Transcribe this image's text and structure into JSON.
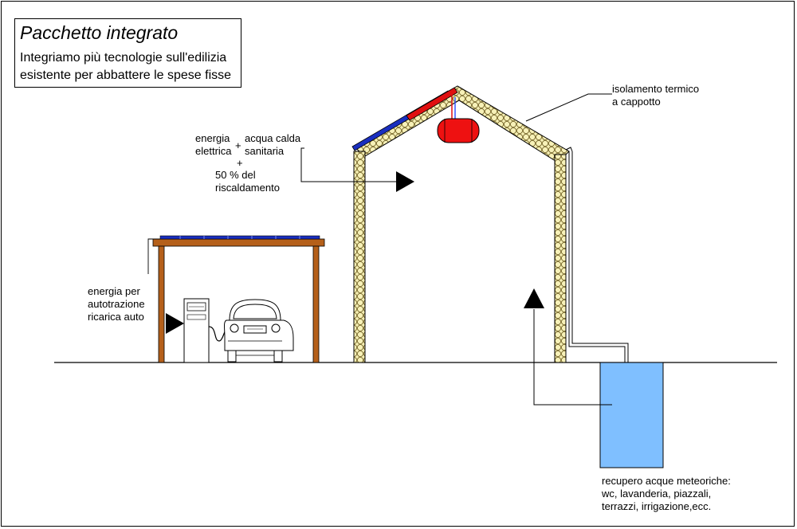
{
  "header": {
    "title": "Pacchetto integrato",
    "subtitle_line1": "Integriamo più tecnologie sull'edilizia",
    "subtitle_line2": "esistente per abbattere le spese fisse"
  },
  "labels": {
    "insulation_line1": "isolamento termico",
    "insulation_line2": "a cappotto",
    "energy_line1": "energia",
    "energy_line2": "elettrica",
    "plus_1": "+",
    "hot_water_line1": "acqua calda",
    "hot_water_line2": "sanitaria",
    "plus_2": "+",
    "heating_line1": "50 % del",
    "heating_line2": "riscaldamento",
    "car_line1": "energia per",
    "car_line2": "autotrazione",
    "car_line3": "ricarica auto",
    "rain_line1": "recupero acque meteoriche:",
    "rain_line2": "wc, lavanderia, piazzali,",
    "rain_line3": "terrazzi, irrigazione,ecc."
  },
  "colors": {
    "insulation_fill": "#f5efb4",
    "solar_panel": "#1a2fbf",
    "thermal_collector": "#e01010",
    "boiler": "#ee1111",
    "carport_wood": "#b5601a",
    "water_tank": "#7fbfff",
    "arrow": "#000000"
  }
}
